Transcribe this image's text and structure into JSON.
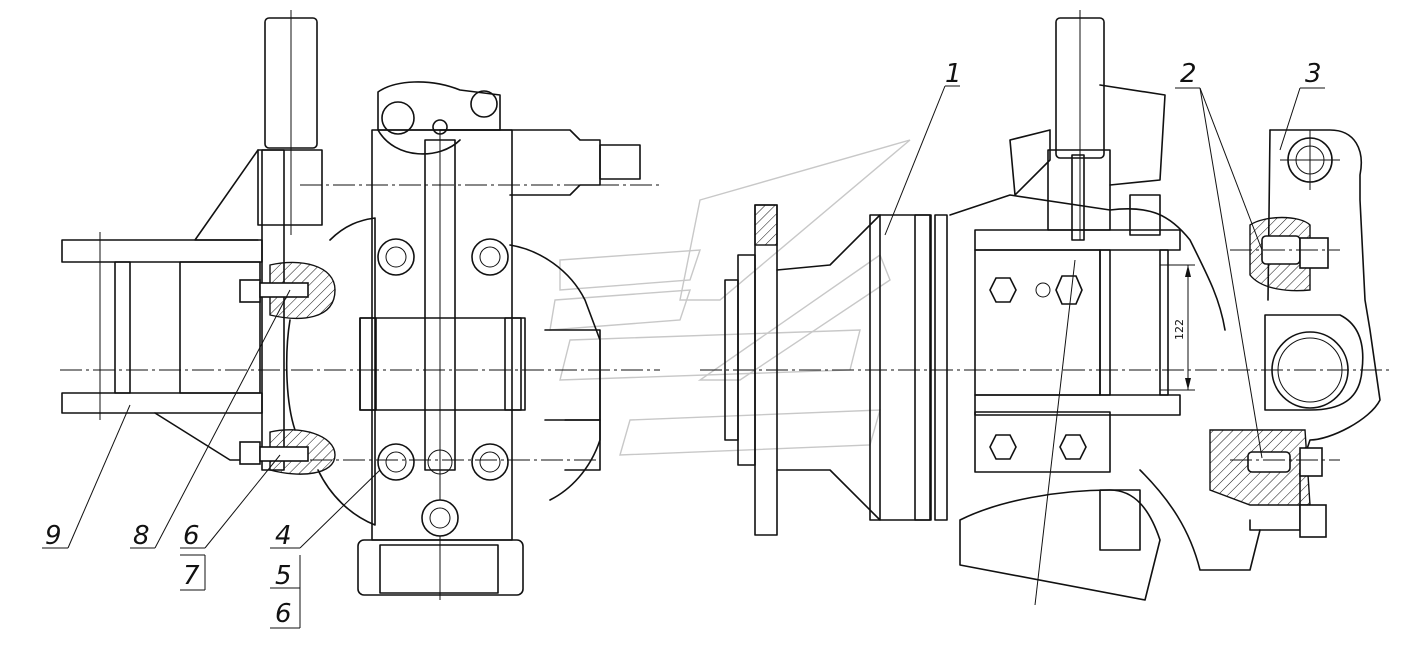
{
  "labels": {
    "l1": "1",
    "l2": "2",
    "l3": "3",
    "l4": "4",
    "l5": "5",
    "l6a": "6",
    "l6b": "6",
    "l7": "7",
    "l8": "8",
    "l9": "9"
  },
  "dimension": "122"
}
